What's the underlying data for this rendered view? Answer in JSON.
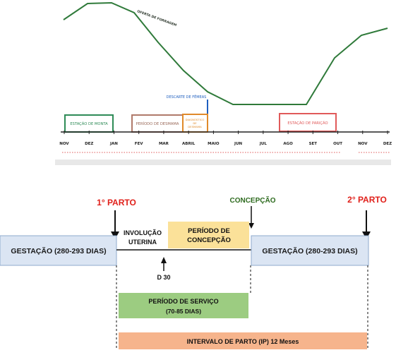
{
  "forage_chart": {
    "curve_label": "OFERTA DE FORRAGEM",
    "discard_label": "DESCARTE DE FÊMEAS",
    "months": [
      "NOV",
      "DEZ",
      "JAN",
      "FEV",
      "MAR",
      "ABRIL",
      "MAIO",
      "JUN",
      "JUL",
      "AGO",
      "SET",
      "OUT",
      "NOV",
      "DEZ"
    ],
    "periods": [
      {
        "label": "ESTAÇÃO DE MONTA",
        "color": "#2e8b57"
      },
      {
        "label": "PERÍODO DE DESMAMA",
        "color": "#b07a6a"
      },
      {
        "label_lines": [
          "DIAGNÓSTICO",
          "DE",
          "DESMAMA"
        ],
        "color": "#e08a2a"
      },
      {
        "label": "ESTAÇÃO DE PARIÇÃO",
        "color": "#e05a5a"
      }
    ],
    "colors": {
      "curve": "#2f7a3a",
      "discard_line": "#1f5fbf",
      "discard_text": "#1f5fbf",
      "dotted_line": "#e05a5a"
    }
  },
  "calving_diagram": {
    "first_calving": "1° PARTO",
    "second_calving": "2° PARTO",
    "conception": "CONCEPÇÃO",
    "gestation_left": "GESTAÇÃO (280-293 DIAS)",
    "gestation_right": "GESTAÇÃO (280-293 DIAS)",
    "involution_lines": [
      "INVOLUÇÃO",
      "UTERINA"
    ],
    "conception_period_lines": [
      "PERÍODO DE",
      "CONCEPÇÃO"
    ],
    "day_marker": "D 30",
    "service_period_lines": [
      "PERÍODO DE SERVIÇO",
      "(70-85 DIAS)"
    ],
    "calving_interval": "INTERVALO DE PARTO (IP) 12 Meses",
    "colors": {
      "calving_text": "#e0201a",
      "conception_text": "#2e6b1f",
      "gestation_fill": "#dbe5f3",
      "gestation_border": "#8faacc",
      "conception_fill": "#fbe199",
      "service_fill": "#9ccc81",
      "interval_fill": "#f6b48c"
    }
  }
}
